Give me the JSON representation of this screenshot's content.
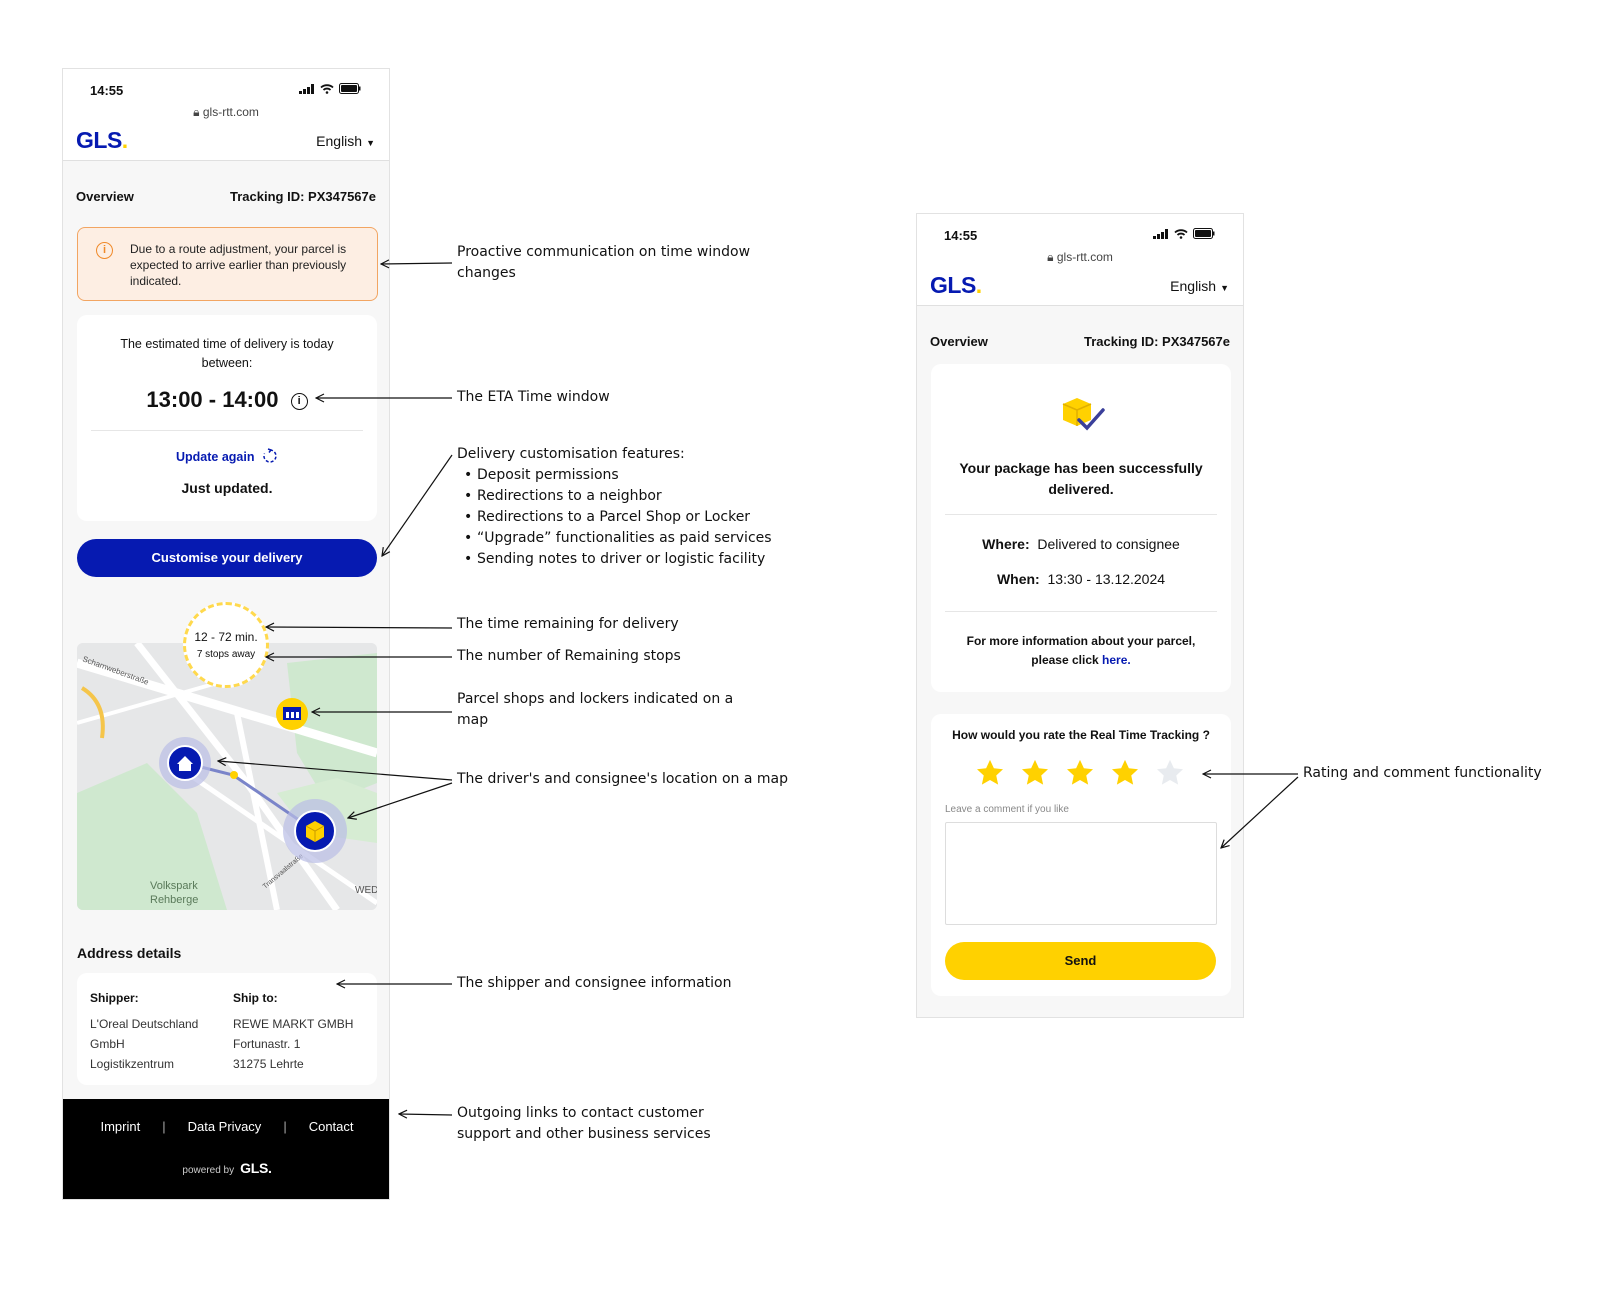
{
  "phone1": {
    "clock": "14:55",
    "url": "gls-rtt.com",
    "logo": "GLS",
    "language": "English",
    "overview_label": "Overview",
    "tracking_label": "Tracking ID: PX347567e",
    "alert_text": "Due to a route adjustment, your parcel is expected to arrive earlier than previously indicated.",
    "eta_intro": "The estimated time of delivery is today between:",
    "eta_window": "13:00 - 14:00",
    "update_link": "Update again",
    "update_status": "Just updated.",
    "customise_button": "Customise your delivery",
    "map": {
      "time_remaining": "12 - 72 min.",
      "stops_away": "7 stops away",
      "labels": [
        "Scharnweberstraße",
        "Volkspark",
        "Rehberge",
        "WED",
        "Transvaalstraße"
      ]
    },
    "address_title": "Address details",
    "shipper_label": "Shipper:",
    "shipper_lines": [
      "L'Oreal Deutschland",
      "GmbH",
      "Logistikzentrum"
    ],
    "shipto_label": "Ship to:",
    "shipto_lines": [
      "REWE MARKT GMBH",
      "Fortunastr. 1",
      "31275 Lehrte"
    ],
    "footer": {
      "links": [
        "Imprint",
        "Data Privacy",
        "Contact"
      ],
      "powered_by": "powered by",
      "powered_logo": "GLS."
    }
  },
  "phone2": {
    "clock": "14:55",
    "url": "gls-rtt.com",
    "logo": "GLS",
    "language": "English",
    "overview_label": "Overview",
    "tracking_label": "Tracking ID: PX347567e",
    "delivered_title": "Your package has been successfully delivered.",
    "where_label": "Where:",
    "where_value": "Delivered to consignee",
    "when_label": "When:",
    "when_value": "13:30 - 13.12.2024",
    "more_info": "For more information about your parcel, please click",
    "more_info_link": "here.",
    "rating_question": "How would you rate the Real Time Tracking ?",
    "rating": 4,
    "rating_max": 5,
    "comment_placeholder": "Leave a comment if you like",
    "send_button": "Send"
  },
  "annotations": {
    "proactive": "Proactive communication on time window changes",
    "eta": "The ETA Time window",
    "customisation_title": "Delivery customisation features:",
    "customisation_items": [
      "Deposit permissions",
      "Redirections to a neighbor",
      "Redirections  to a Parcel Shop or Locker",
      "“Upgrade” functionalities as paid services",
      "Sending notes to driver or logistic facility"
    ],
    "time_remaining": "The time remaining for delivery",
    "stops": "The number of Remaining stops",
    "parcel_shops": "Parcel shops and lockers indicated on a map",
    "locations": "The driver's and consignee's location on a map",
    "addresses": "The shipper and consignee information",
    "outgoing": "Outgoing links to contact customer support and other business services",
    "rating": "Rating and comment functionality"
  },
  "colors": {
    "gls_blue": "#061ab1",
    "gls_yellow": "#ffd100",
    "alert_bg": "#fdeee3",
    "alert_border": "#f2a562",
    "footer_bg": "#000000"
  }
}
